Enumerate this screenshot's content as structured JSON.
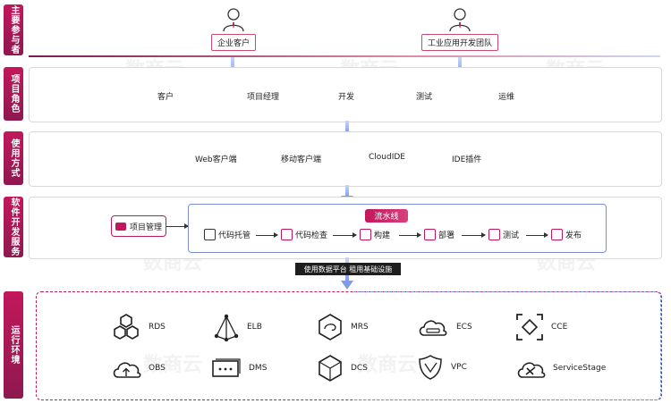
{
  "bands": {
    "participants": "主要参与者",
    "roles": "项目角色",
    "usage": "使用方式",
    "devservice": "软件开发服务",
    "runtime": "运行环境"
  },
  "participants": {
    "enterprise_customer": "企业客户",
    "industrial_team": "工业应用开发团队"
  },
  "roles": [
    "客户",
    "项目经理",
    "开发",
    "测试",
    "运维"
  ],
  "usage": [
    "Web客户端",
    "移动客户端",
    "CloudIDE",
    "IDE插件"
  ],
  "devservice": {
    "project_mgmt": "项目管理",
    "pipeline_title": "流水线",
    "steps": [
      "代码托管",
      "代码检查",
      "构建",
      "部署",
      "测试",
      "发布"
    ]
  },
  "platform_tag": "使用数据平台 租用基础设施",
  "runtime_services": [
    "RDS",
    "ELB",
    "MRS",
    "ECS",
    "CCE",
    "OBS",
    "DMS",
    "DCS",
    "VPC",
    "ServiceStage"
  ],
  "watermark": "数商云"
}
